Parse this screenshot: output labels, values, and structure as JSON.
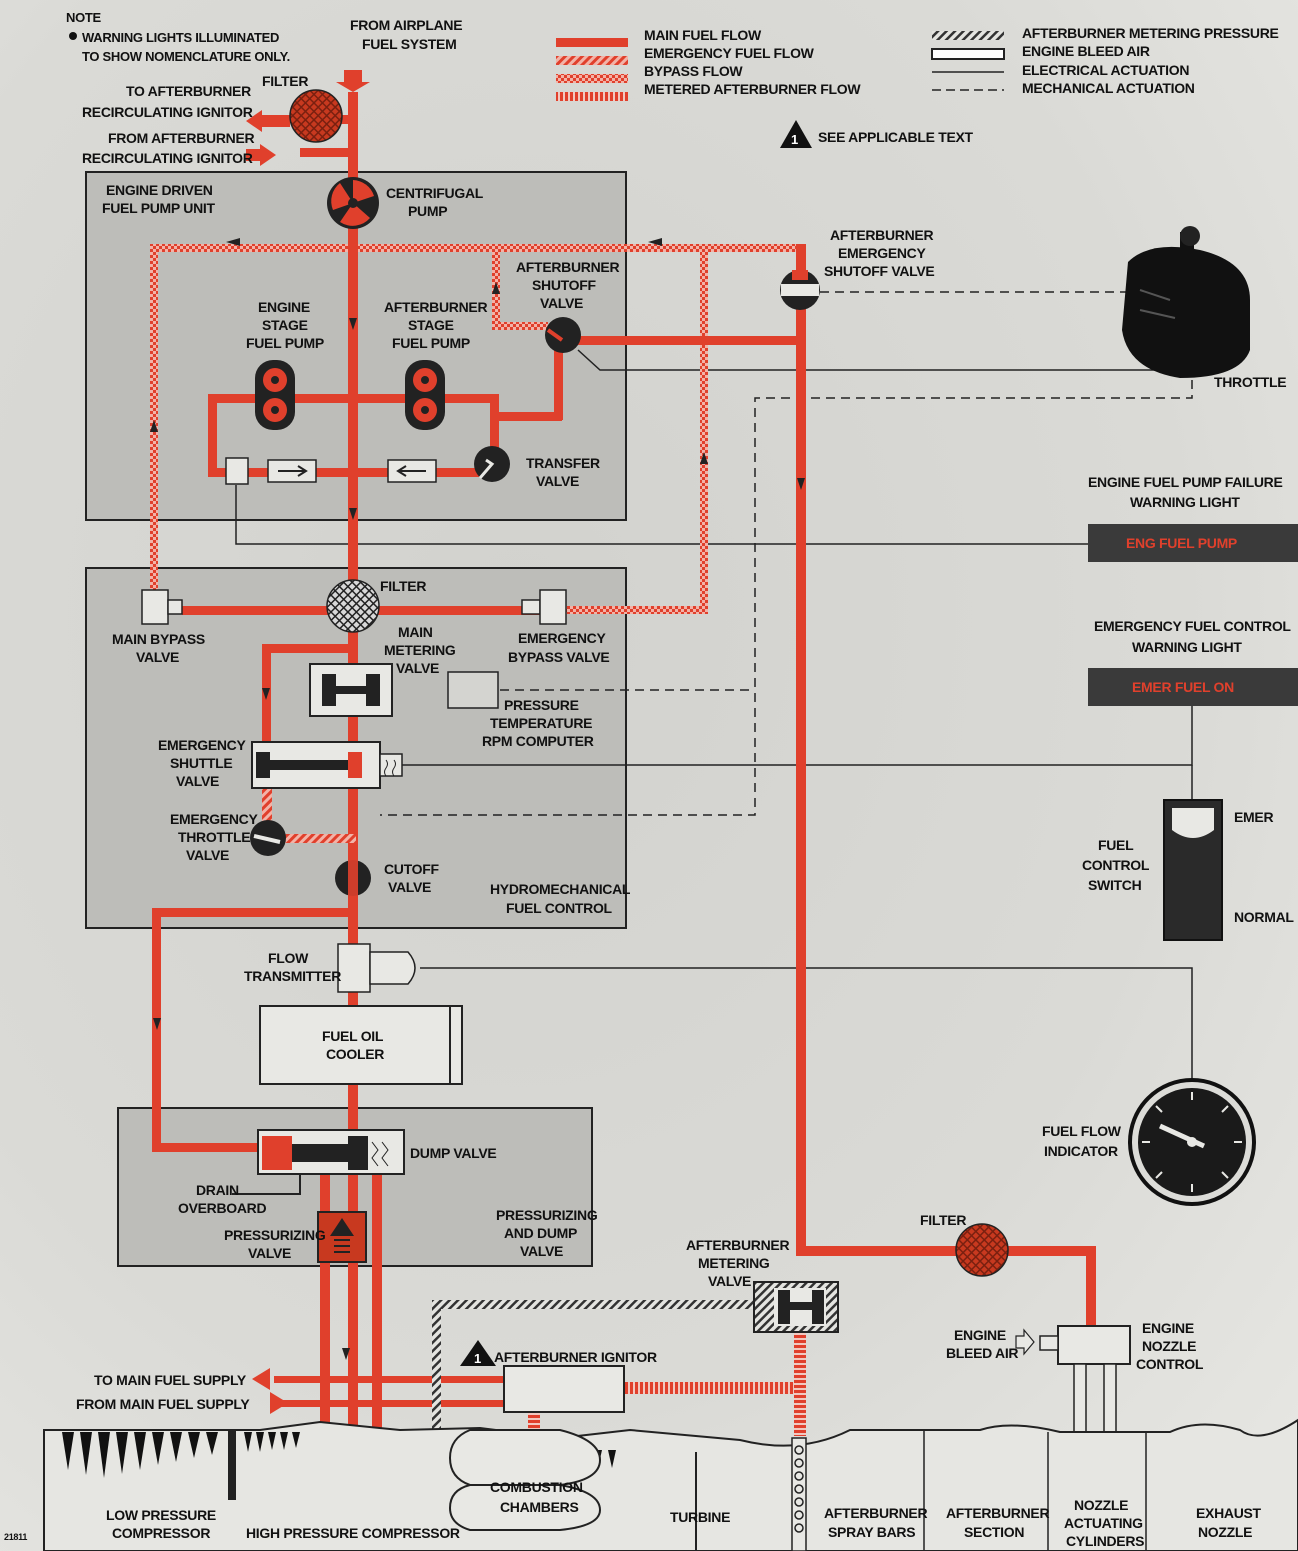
{
  "note": {
    "title": "NOTE",
    "line1": "WARNING LIGHTS ILLUMINATED",
    "line2": "TO SHOW NOMENCLATURE ONLY."
  },
  "legend": {
    "main_fuel_flow": "MAIN FUEL FLOW",
    "emergency_fuel_flow": "EMERGENCY FUEL FLOW",
    "bypass_flow": "BYPASS FLOW",
    "metered_ab_flow": "METERED AFTERBURNER FLOW",
    "ab_metering_pressure": "AFTERBURNER METERING PRESSURE",
    "engine_bleed_air": "ENGINE BLEED AIR",
    "electrical_actuation": "ELECTRICAL ACTUATION",
    "mechanical_actuation": "MECHANICAL ACTUATION",
    "see_text_num": "1",
    "see_text": "SEE APPLICABLE TEXT",
    "colors": {
      "fuel": "#e0402c",
      "dark": "#222222",
      "panel": "#bdbdb9"
    }
  },
  "labels": {
    "from_airplane_1": "FROM AIRPLANE",
    "from_airplane_2": "FUEL SYSTEM",
    "filter_top": "FILTER",
    "to_ab_recirc_1": "TO AFTERBURNER",
    "to_ab_recirc_2": "RECIRCULATING IGNITOR",
    "from_ab_recirc_1": "FROM AFTERBURNER",
    "from_ab_recirc_2": "RECIRCULATING IGNITOR",
    "edp_1": "ENGINE DRIVEN",
    "edp_2": "FUEL PUMP UNIT",
    "centrifugal_1": "CENTRIFUGAL",
    "centrifugal_2": "PUMP",
    "engine_stage_1": "ENGINE",
    "engine_stage_2": "STAGE",
    "engine_stage_3": "FUEL PUMP",
    "ab_stage_1": "AFTERBURNER",
    "ab_stage_2": "STAGE",
    "ab_stage_3": "FUEL PUMP",
    "ab_shutoff_1": "AFTERBURNER",
    "ab_shutoff_2": "SHUTOFF",
    "ab_shutoff_3": "VALVE",
    "ab_emer_shutoff_1": "AFTERBURNER",
    "ab_emer_shutoff_2": "EMERGENCY",
    "ab_emer_shutoff_3": "SHUTOFF VALVE",
    "throttle": "THROTTLE",
    "transfer_1": "TRANSFER",
    "transfer_2": "VALVE",
    "filter_mid": "FILTER",
    "main_bypass_1": "MAIN BYPASS",
    "main_bypass_2": "VALVE",
    "main_metering_1": "MAIN",
    "main_metering_2": "METERING",
    "main_metering_3": "VALVE",
    "emer_bypass_1": "EMERGENCY",
    "emer_bypass_2": "BYPASS VALVE",
    "ptr_1": "PRESSURE",
    "ptr_2": "TEMPERATURE",
    "ptr_3": "RPM COMPUTER",
    "emer_shuttle_1": "EMERGENCY",
    "emer_shuttle_2": "SHUTTLE",
    "emer_shuttle_3": "VALVE",
    "emer_throttle_1": "EMERGENCY",
    "emer_throttle_2": "THROTTLE",
    "emer_throttle_3": "VALVE",
    "cutoff_1": "CUTOFF",
    "cutoff_2": "VALVE",
    "hmfc_1": "HYDROMECHANICAL",
    "hmfc_2": "FUEL CONTROL",
    "flow_tx_1": "FLOW",
    "flow_tx_2": "TRANSMITTER",
    "fuel_oil_1": "FUEL OIL",
    "fuel_oil_2": "COOLER",
    "dump_valve": "DUMP VALVE",
    "drain_1": "DRAIN",
    "drain_2": "OVERBOARD",
    "pressurizing_1": "PRESSURIZING",
    "pressurizing_2": "VALVE",
    "pd_valve_1": "PRESSURIZING",
    "pd_valve_2": "AND DUMP",
    "pd_valve_3": "VALVE",
    "ab_metering_1": "AFTERBURNER",
    "ab_metering_2": "METERING",
    "ab_metering_3": "VALVE",
    "filter_right": "FILTER",
    "ab_ignitor": "AFTERBURNER IGNITOR",
    "to_main": "TO MAIN FUEL SUPPLY",
    "from_main": "FROM MAIN FUEL SUPPLY",
    "engine_bleed_1": "ENGINE",
    "engine_bleed_2": "BLEED AIR",
    "nozzle_ctrl_1": "ENGINE",
    "nozzle_ctrl_2": "NOZZLE",
    "nozzle_ctrl_3": "CONTROL",
    "eng_pump_fail_1": "ENGINE FUEL PUMP FAILURE",
    "eng_pump_fail_2": "WARNING LIGHT",
    "eng_pump_light": "ENG FUEL PUMP",
    "emer_fc_1": "EMERGENCY FUEL CONTROL",
    "emer_fc_2": "WARNING LIGHT",
    "emer_fc_light": "EMER FUEL ON",
    "emer": "EMER",
    "normal": "NORMAL",
    "fcs_1": "FUEL",
    "fcs_2": "CONTROL",
    "fcs_3": "SWITCH",
    "ffi_1": "FUEL FLOW",
    "ffi_2": "INDICATOR",
    "combustion_1": "COMBUSTION",
    "combustion_2": "CHAMBERS",
    "figure_no": "21811"
  },
  "engine_sections": {
    "lpc_1": "LOW PRESSURE",
    "lpc_2": "COMPRESSOR",
    "hpc": "HIGH PRESSURE COMPRESSOR",
    "turbine": "TURBINE",
    "ab_spray_1": "AFTERBURNER",
    "ab_spray_2": "SPRAY BARS",
    "ab_section_1": "AFTERBURNER",
    "ab_section_2": "SECTION",
    "nozzle_act_1": "NOZZLE",
    "nozzle_act_2": "ACTUATING",
    "nozzle_act_3": "CYLINDERS",
    "exhaust_1": "EXHAUST",
    "exhaust_2": "NOZZLE"
  }
}
